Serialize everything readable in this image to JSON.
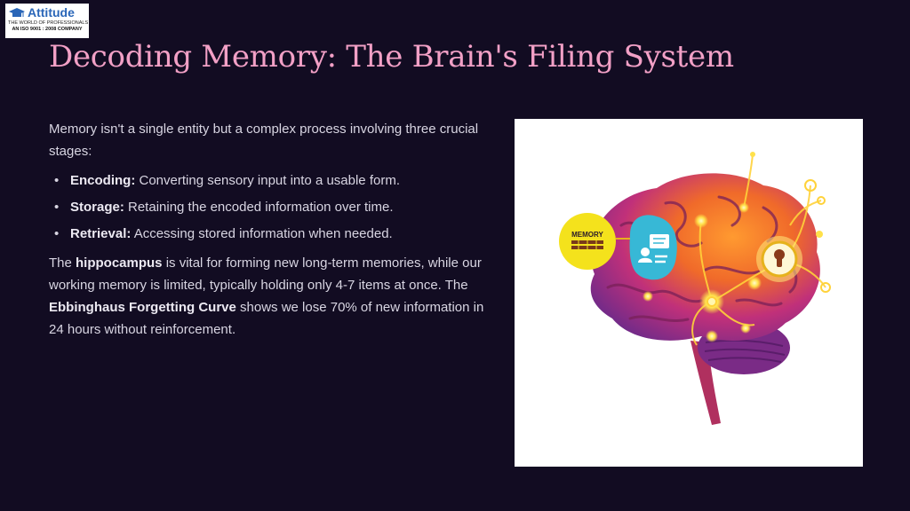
{
  "logo": {
    "name": "Attitude",
    "tagline": "The World Of Professionals",
    "iso": "An ISO 9001 : 2008 Company"
  },
  "slide": {
    "title": "Decoding Memory: The Brain's Filing System",
    "intro": "Memory isn't a single entity but a complex process involving three crucial stages:",
    "stages": [
      {
        "term": "Encoding:",
        "description": " Converting sensory input into a usable form."
      },
      {
        "term": "Storage:",
        "description": " Retaining the encoded information over time."
      },
      {
        "term": "Retrieval:",
        "description": " Accessing stored information when needed."
      }
    ],
    "closing": {
      "part1": "The ",
      "hippocampus": "hippocampus",
      "part2": " is vital for forming new long-term memories, while our working memory is limited, typically holding only 4-7 items at once. The ",
      "curve": "Ebbinghaus Forgetting Curve",
      "part3": " shows we lose 70% of new information in 24 hours without reinforcement."
    }
  },
  "illustration": {
    "memory_badge_label": "MEMORY",
    "icons": [
      "brain-icon",
      "memory-badge-icon",
      "profile-card-icon",
      "keyhole-lightbulb-icon"
    ],
    "colors": {
      "brain_orange": "#f06a2a",
      "brain_magenta": "#c0307a",
      "brain_purple": "#6a2a8a",
      "glow_yellow": "#ffe14a",
      "badge_yellow": "#f4e21c",
      "card_cyan": "#37b8d6"
    }
  }
}
